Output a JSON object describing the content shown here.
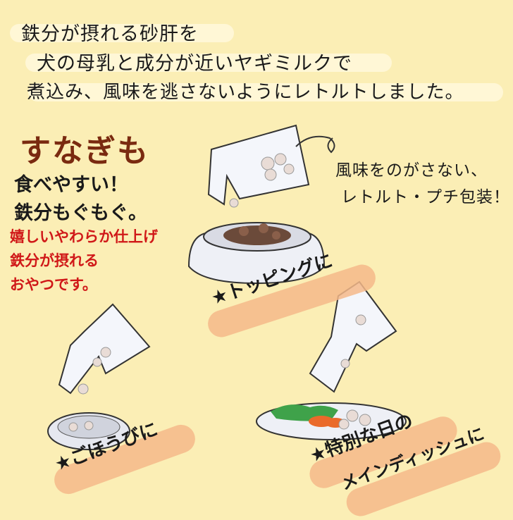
{
  "intro": {
    "line1": "鉄分が摂れる砂肝を",
    "line2": "犬の母乳と成分が近いヤギミルクで",
    "line3": "煮込み、風味を逃さないようにレトルトしました。"
  },
  "product": {
    "name": "すなぎも",
    "point1": "食べやすい！",
    "point2": "鉄分もぐもぐ。",
    "desc1": "嬉しいやわらか仕上げ",
    "desc2": "鉄分が摂れる",
    "desc3": "おやつです。"
  },
  "package_note": {
    "line1": "風味をのがさない、",
    "line2": "レトルト・プチ包装！"
  },
  "uses": {
    "topping": "★トッピングに",
    "reward": "★ごほうびに",
    "special_line1": "★特別な日の",
    "special_line2": "メインディッシュに"
  },
  "colors": {
    "background": "#fbeeb5",
    "title": "#7a2a10",
    "accent_red": "#d01818",
    "label_highlight": "#f4b98a"
  }
}
